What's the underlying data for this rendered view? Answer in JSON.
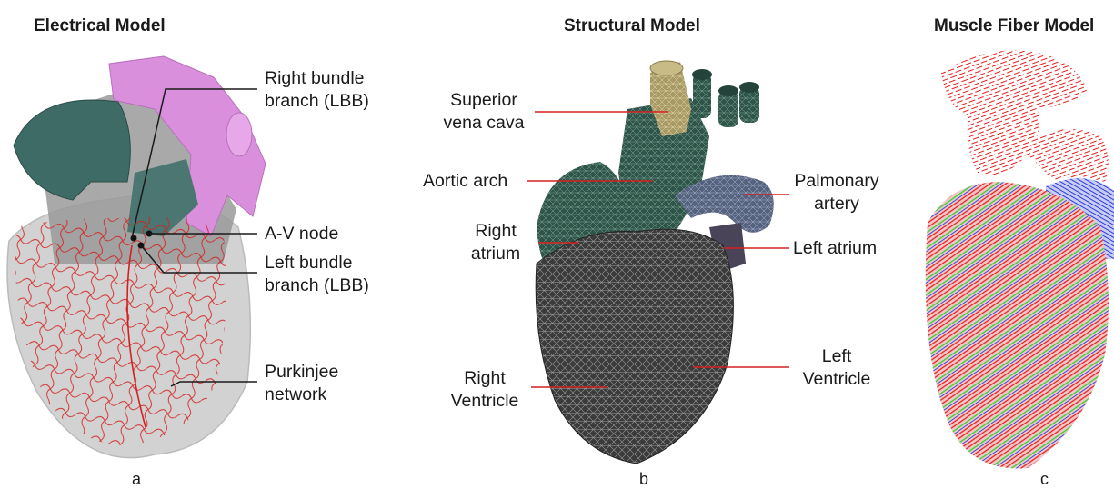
{
  "panels": {
    "a": {
      "title": "Electrical Model",
      "letter": "a",
      "labels": {
        "right_bundle_1": "Right bundle",
        "right_bundle_2": "branch (LBB)",
        "av_node": "A-V node",
        "left_bundle_1": "Left bundle",
        "left_bundle_2": "branch (LBB)",
        "purkinjee_1": "Purkinjee",
        "purkinjee_2": "network"
      }
    },
    "b": {
      "title": "Structural Model",
      "letter": "b",
      "labels": {
        "svc_1": "Superior",
        "svc_2": "vena cava",
        "aortic_arch": "Aortic arch",
        "right_atrium_1": "Right",
        "right_atrium_2": "atrium",
        "right_ventricle_1": "Right",
        "right_ventricle_2": "Ventricle",
        "pulmonary_1": "Palmonary",
        "pulmonary_2": "artery",
        "left_atrium": "Left atrium",
        "left_ventricle_1": "Left",
        "left_ventricle_2": "Ventricle"
      }
    },
    "c": {
      "title": "Muscle Fiber Model",
      "letter": "c"
    }
  },
  "colors": {
    "leader_a": "#1a1a1a",
    "leader_b": "#d42020",
    "purkinje": "#d42020",
    "atrium_teal": "#3f6b66",
    "aorta_pink": "#d98fdc",
    "mesh_gray": "#555555",
    "fiber_red": "#e41e1e",
    "fiber_green": "#2fd02f",
    "fiber_blue": "#2b3be0"
  }
}
